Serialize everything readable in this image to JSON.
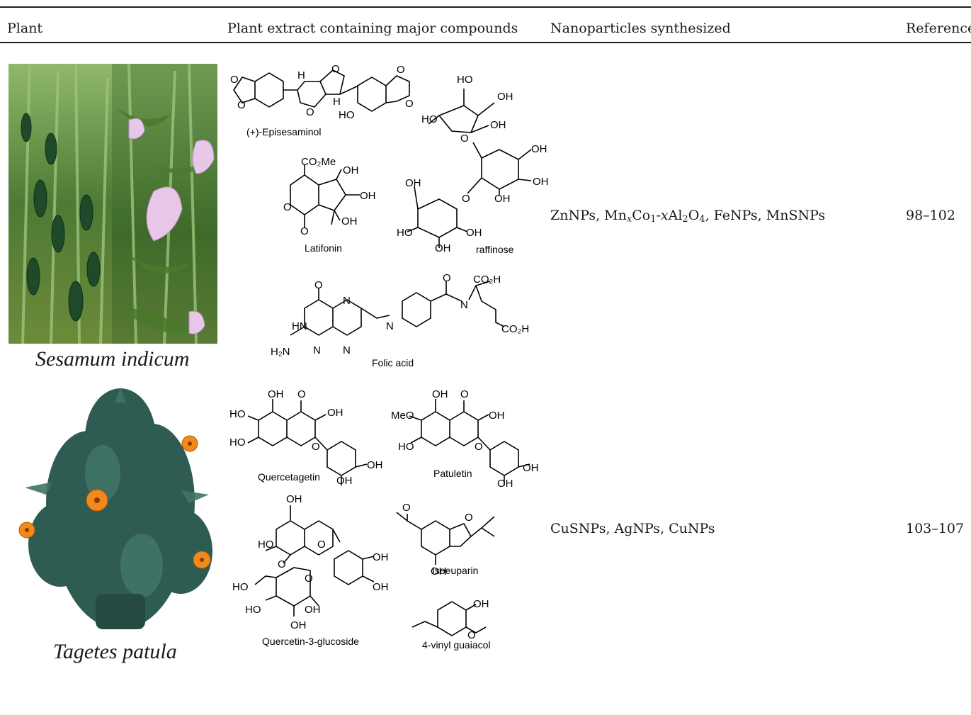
{
  "table": {
    "headers": {
      "plant": "Plant",
      "extract": "Plant extract containing major compounds",
      "nanoparticles": "Nanoparticles synthesized",
      "reference": "Reference"
    },
    "rows": [
      {
        "plant_name": "Sesamum indicum",
        "compounds": [
          "(+)-Episesaminol",
          "Latifonin",
          "raffinose",
          "Folic acid"
        ],
        "np_parts": {
          "a": "ZnNPs, Mn",
          "x1": "x",
          "b": "Co",
          "s1": "1",
          "c": "-",
          "x2": "x",
          "d": "Al",
          "s2": "2",
          "e": "O",
          "s3": "4",
          "f": ", FeNPs, MnSNPs"
        },
        "reference": "98–102"
      },
      {
        "plant_name": "Tagetes patula",
        "compounds": [
          "Quercetagetin",
          "Patuletin",
          "Quercetin-3-glucoside",
          "Isoeuparin",
          "4-vinyl guaiacol"
        ],
        "nanoparticles": "CuSNPs, AgNPs, CuNPs",
        "reference": "103–107"
      }
    ]
  },
  "atoms": {
    "o": "O",
    "h": "H",
    "ho": "HO",
    "oh": "OH",
    "nh": "N",
    "hn": "HN",
    "co2me": "CO₂Me",
    "co2h": "CO₂H",
    "h2n": "H₂N",
    "n": "N",
    "meo": "MeO"
  },
  "colors": {
    "rule": "#222222",
    "leaf_dark": "#2f4a23",
    "leaf_mid": "#5f8a3c",
    "flower_pink": "#d9a7d6",
    "marigold_green": "#2e5b52",
    "marigold_orange": "#f08a1c"
  }
}
